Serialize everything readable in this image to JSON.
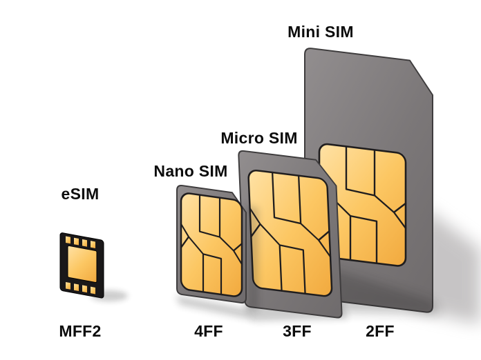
{
  "figure": {
    "type": "sim-card-size-comparison",
    "items": [
      {
        "name": "eSIM",
        "form_factor": "MFF2"
      },
      {
        "name": "Nano SIM",
        "form_factor": "4FF"
      },
      {
        "name": "Micro SIM",
        "form_factor": "3FF"
      },
      {
        "name": "Mini SIM",
        "form_factor": "2FF"
      }
    ],
    "colors": {
      "background": "#FFFFFF",
      "card_gray": "#7B7778",
      "contact_gold": "#FCC763",
      "contact_gold_light": "#FFE2A6",
      "contact_gold_dark": "#F1A93E",
      "chip_black": "#1A1819",
      "outline": "#1F1D1E",
      "label_text": "#0C0C0C"
    }
  }
}
